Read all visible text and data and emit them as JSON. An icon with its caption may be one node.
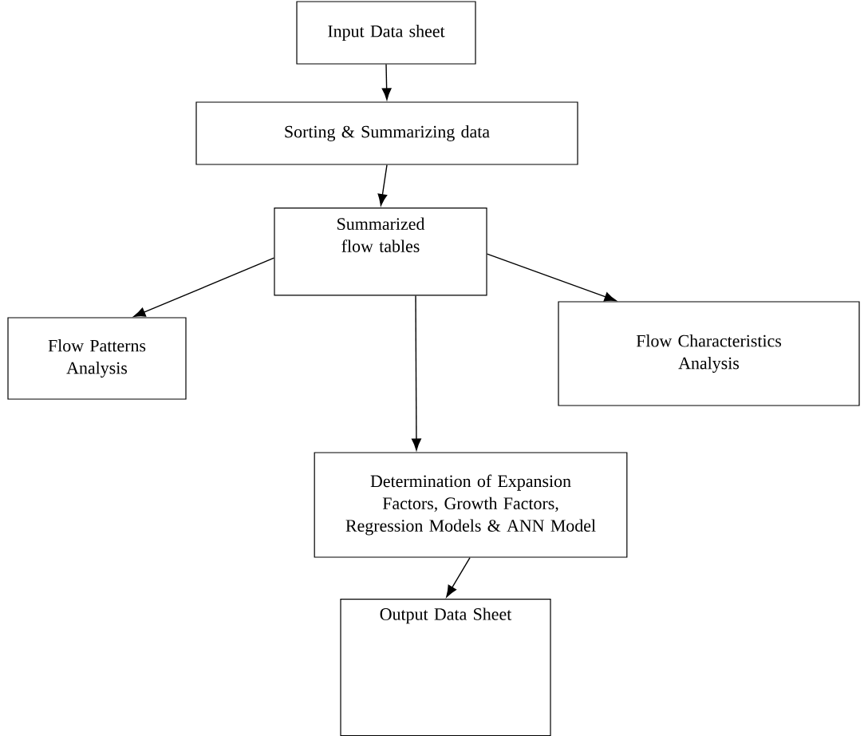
{
  "diagram": {
    "nodes": [
      {
        "text": [
          "Input Data sheet"
        ]
      },
      {
        "text": [
          "Sorting & Summarizing data"
        ]
      },
      {
        "text": [
          "Summarized flow tables"
        ]
      },
      {
        "text": [
          "Flow Patterns Analysis"
        ]
      },
      {
        "text": [
          "Flow Characteristics Analysis"
        ]
      },
      {
        "text": [
          "Determination of Expansion Factors, Growth Factors, Regression Models & ANN Model"
        ]
      },
      {
        "text": [
          "Output Data Sheet"
        ]
      }
    ],
    "edges": [
      {
        "from": 0,
        "to": 1,
        "arrow": "to"
      },
      {
        "from": 1,
        "to": 2,
        "arrow": "to"
      },
      {
        "from": 2,
        "to": 3,
        "arrow": "to"
      },
      {
        "from": 2,
        "to": 4,
        "arrow": "to"
      },
      {
        "from": 2,
        "to": 5,
        "arrow": "to"
      },
      {
        "from": 5,
        "to": 6,
        "arrow": "to"
      }
    ]
  }
}
